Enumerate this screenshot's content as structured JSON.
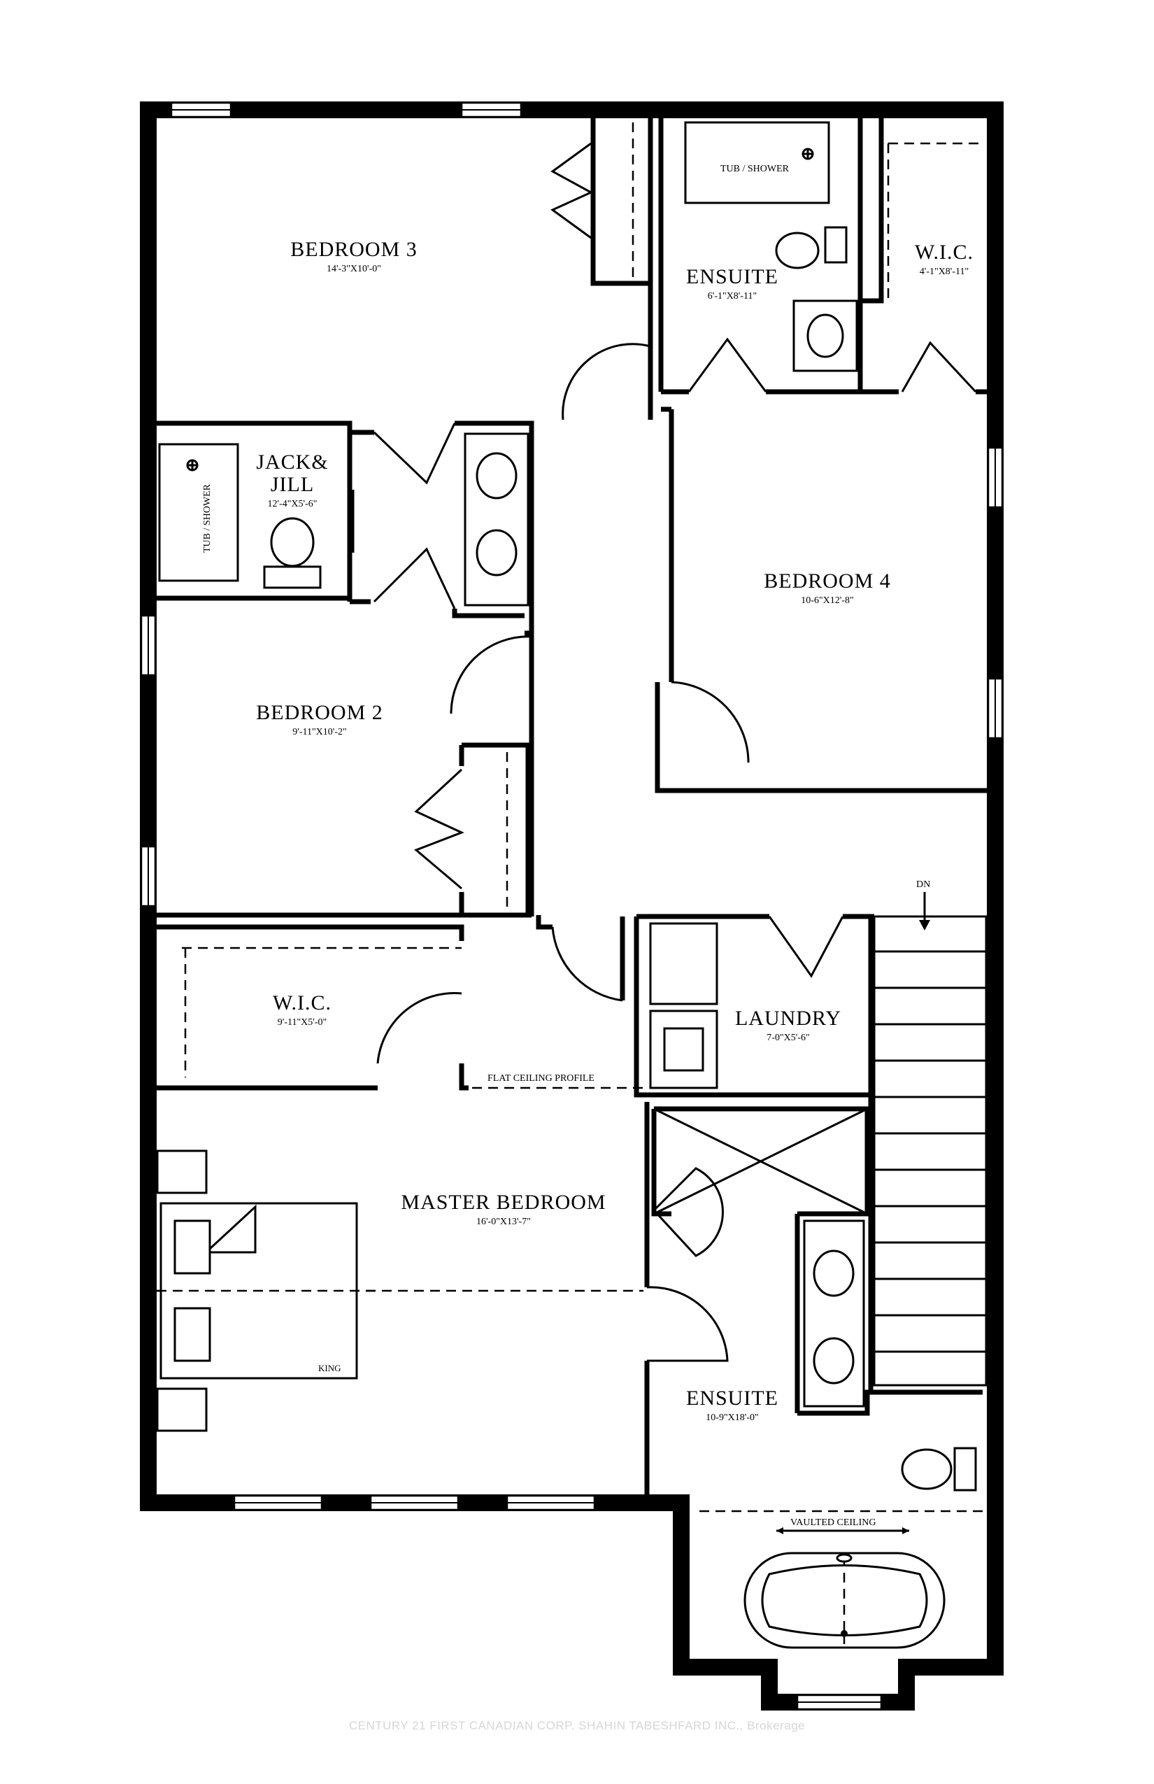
{
  "rooms": {
    "bedroom3": {
      "name": "BEDROOM 3",
      "dims": "14'-3\"X10'-0\""
    },
    "ensuite_top": {
      "name": "ENSUITE",
      "dims": "6'-1\"X8'-11\""
    },
    "wic_top": {
      "name": "W.I.C.",
      "dims": "4'-1\"X8'-11\""
    },
    "jack_jill": {
      "name_line1": "JACK&",
      "name_line2": "JILL",
      "dims": "12'-4\"X5'-6\""
    },
    "bedroom4": {
      "name": "BEDROOM 4",
      "dims": "10-6\"X12'-8\""
    },
    "bedroom2": {
      "name": "BEDROOM 2",
      "dims": "9'-11\"X10'-2\""
    },
    "wic_mid": {
      "name": "W.I.C.",
      "dims": "9'-11\"X5'-0\""
    },
    "laundry": {
      "name": "LAUNDRY",
      "dims": "7-0\"X5'-6\""
    },
    "master": {
      "name": "MASTER BEDROOM",
      "dims": "16'-0\"X13'-7\""
    },
    "ensuite_master": {
      "name": "ENSUITE",
      "dims": "10-9\"X18'-0\""
    }
  },
  "notes": {
    "tub_shower_top": "TUB / SHOWER",
    "tub_shower_side": "TUB / SHOWER",
    "flat_ceiling": "FLAT CEILING PROFILE",
    "vaulted_ceiling": "VAULTED CEILING",
    "stair_direction": "DN",
    "bed_size": "KING"
  },
  "watermark": "CENTURY 21 FIRST CANADIAN CORP. SHAHIN TABESHFARD INC., Brokerage"
}
